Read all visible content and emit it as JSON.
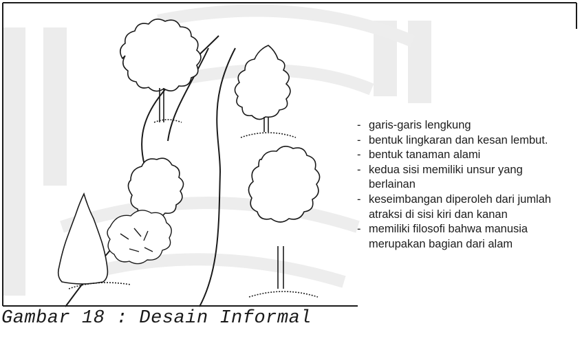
{
  "figure": {
    "caption": "Gambar 18 : Desain Informal",
    "notes": [
      "garis-garis lengkung",
      "bentuk lingkaran dan kesan lembut.",
      "bentuk tanaman alami",
      "kedua sisi memiliki unsur yang berlainan",
      "keseimbangan diperoleh dari jumlah atraksi di sisi kiri dan kanan",
      "memiliki filosofi bahwa manusia merupakan bagian dari alam"
    ]
  },
  "colors": {
    "ink": "#1a1a1a",
    "paper": "#ffffff",
    "watermark": "#ececec"
  }
}
